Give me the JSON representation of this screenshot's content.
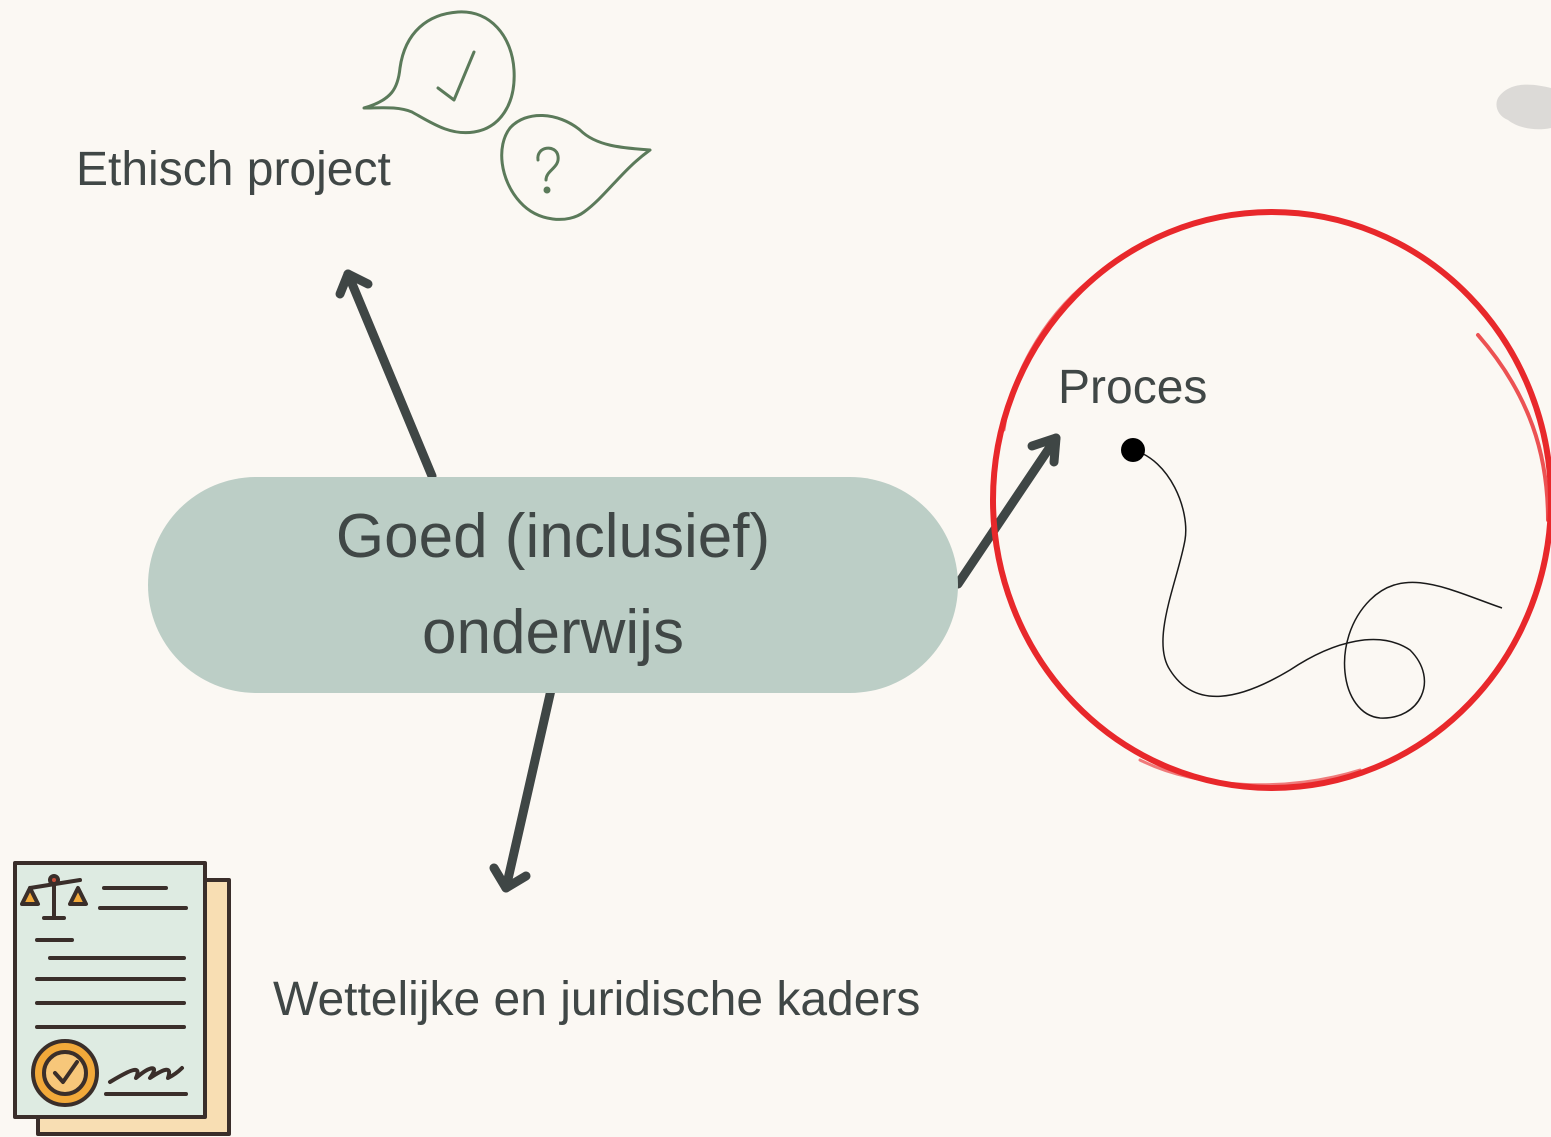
{
  "center": {
    "line1": "Goed (inclusief)",
    "line2": "onderwijs"
  },
  "nodes": {
    "ethics": {
      "label": "Ethisch project",
      "icon": "speech-bubbles-check-question-icon"
    },
    "process": {
      "label": "Proces",
      "icon": "winding-path-icon"
    },
    "legal": {
      "label": "Wettelijke en juridische kaders",
      "icon": "legal-document-icon"
    }
  },
  "colors": {
    "background": "#fbf8f3",
    "pill": "#bccec6",
    "text": "#404746",
    "arrow": "#3f4645",
    "circle": "#e8282b",
    "bubbles": "#5b7a5a",
    "doc_paper": "#deebe2",
    "doc_back": "#f8deb3",
    "seal": "#f2a93a"
  }
}
